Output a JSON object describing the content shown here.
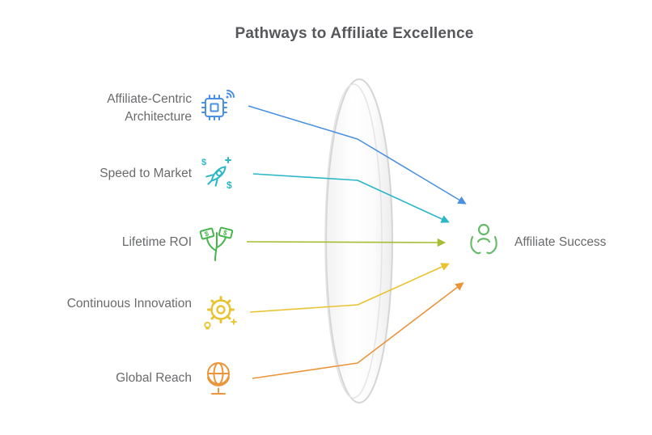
{
  "title": "Pathways to Affiliate Excellence",
  "items": [
    {
      "label": "Affiliate-Centric Architecture",
      "icon": "chip-wifi-icon",
      "line_color": "#4a90e2",
      "icon_color": "#4a90e2"
    },
    {
      "label": "Speed to Market",
      "icon": "rocket-dollars-icon",
      "line_color": "#2ab7c8",
      "icon_color": "#2ab7c8"
    },
    {
      "label": "Lifetime ROI",
      "icon": "money-plant-icon",
      "line_color": "#a8bc34",
      "icon_color": "#47b54c"
    },
    {
      "label": "Continuous Innovation",
      "icon": "gear-innovation-icon",
      "line_color": "#e9c32f",
      "icon_color": "#e9c32f"
    },
    {
      "label": "Global Reach",
      "icon": "globe-stand-icon",
      "line_color": "#ec9439",
      "icon_color": "#ec9439"
    }
  ],
  "result": {
    "label": "Affiliate Success",
    "icon": "open-hands-person-icon",
    "color": "#65bb6a"
  },
  "glyphs": {
    "dollar": "$"
  },
  "lens": {
    "stroke": "#d5d5d5",
    "inner_stroke": "#e4e4e4"
  }
}
